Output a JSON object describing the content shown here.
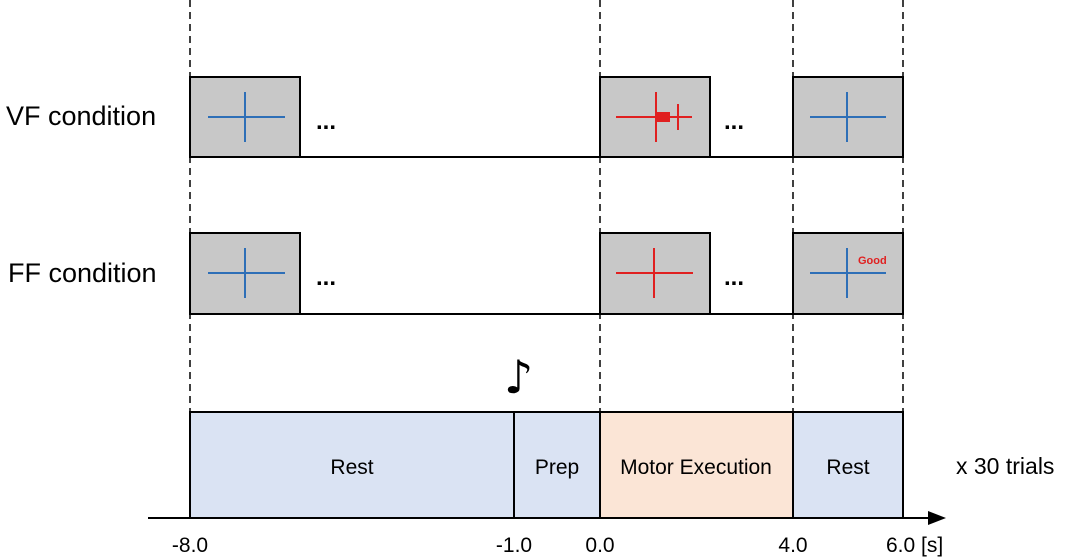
{
  "rows": [
    {
      "label": "VF condition",
      "ellipsis_1": "...",
      "ellipsis_2": "..."
    },
    {
      "label": "FF condition",
      "ellipsis_1": "...",
      "ellipsis_2": "...",
      "feedback_text": "Good"
    }
  ],
  "note_icon": "♪",
  "phases": [
    {
      "label": "Rest",
      "color": "#dae3f3"
    },
    {
      "label": "Prep",
      "color": "#dae3f3"
    },
    {
      "label": "Motor Execution",
      "color": "#fbe5d6"
    },
    {
      "label": "Rest",
      "color": "#dae3f3"
    }
  ],
  "repeat_label": "x 30 trials",
  "axis": {
    "ticks": [
      "-8.0",
      "-1.0",
      "0.0",
      "4.0",
      "6.0 [s]"
    ]
  },
  "colors": {
    "screen_fill": "#c8c8c8",
    "cross_blue": "#2e6fb7",
    "cross_red": "#e02020",
    "feedback_text": "#e02020"
  }
}
